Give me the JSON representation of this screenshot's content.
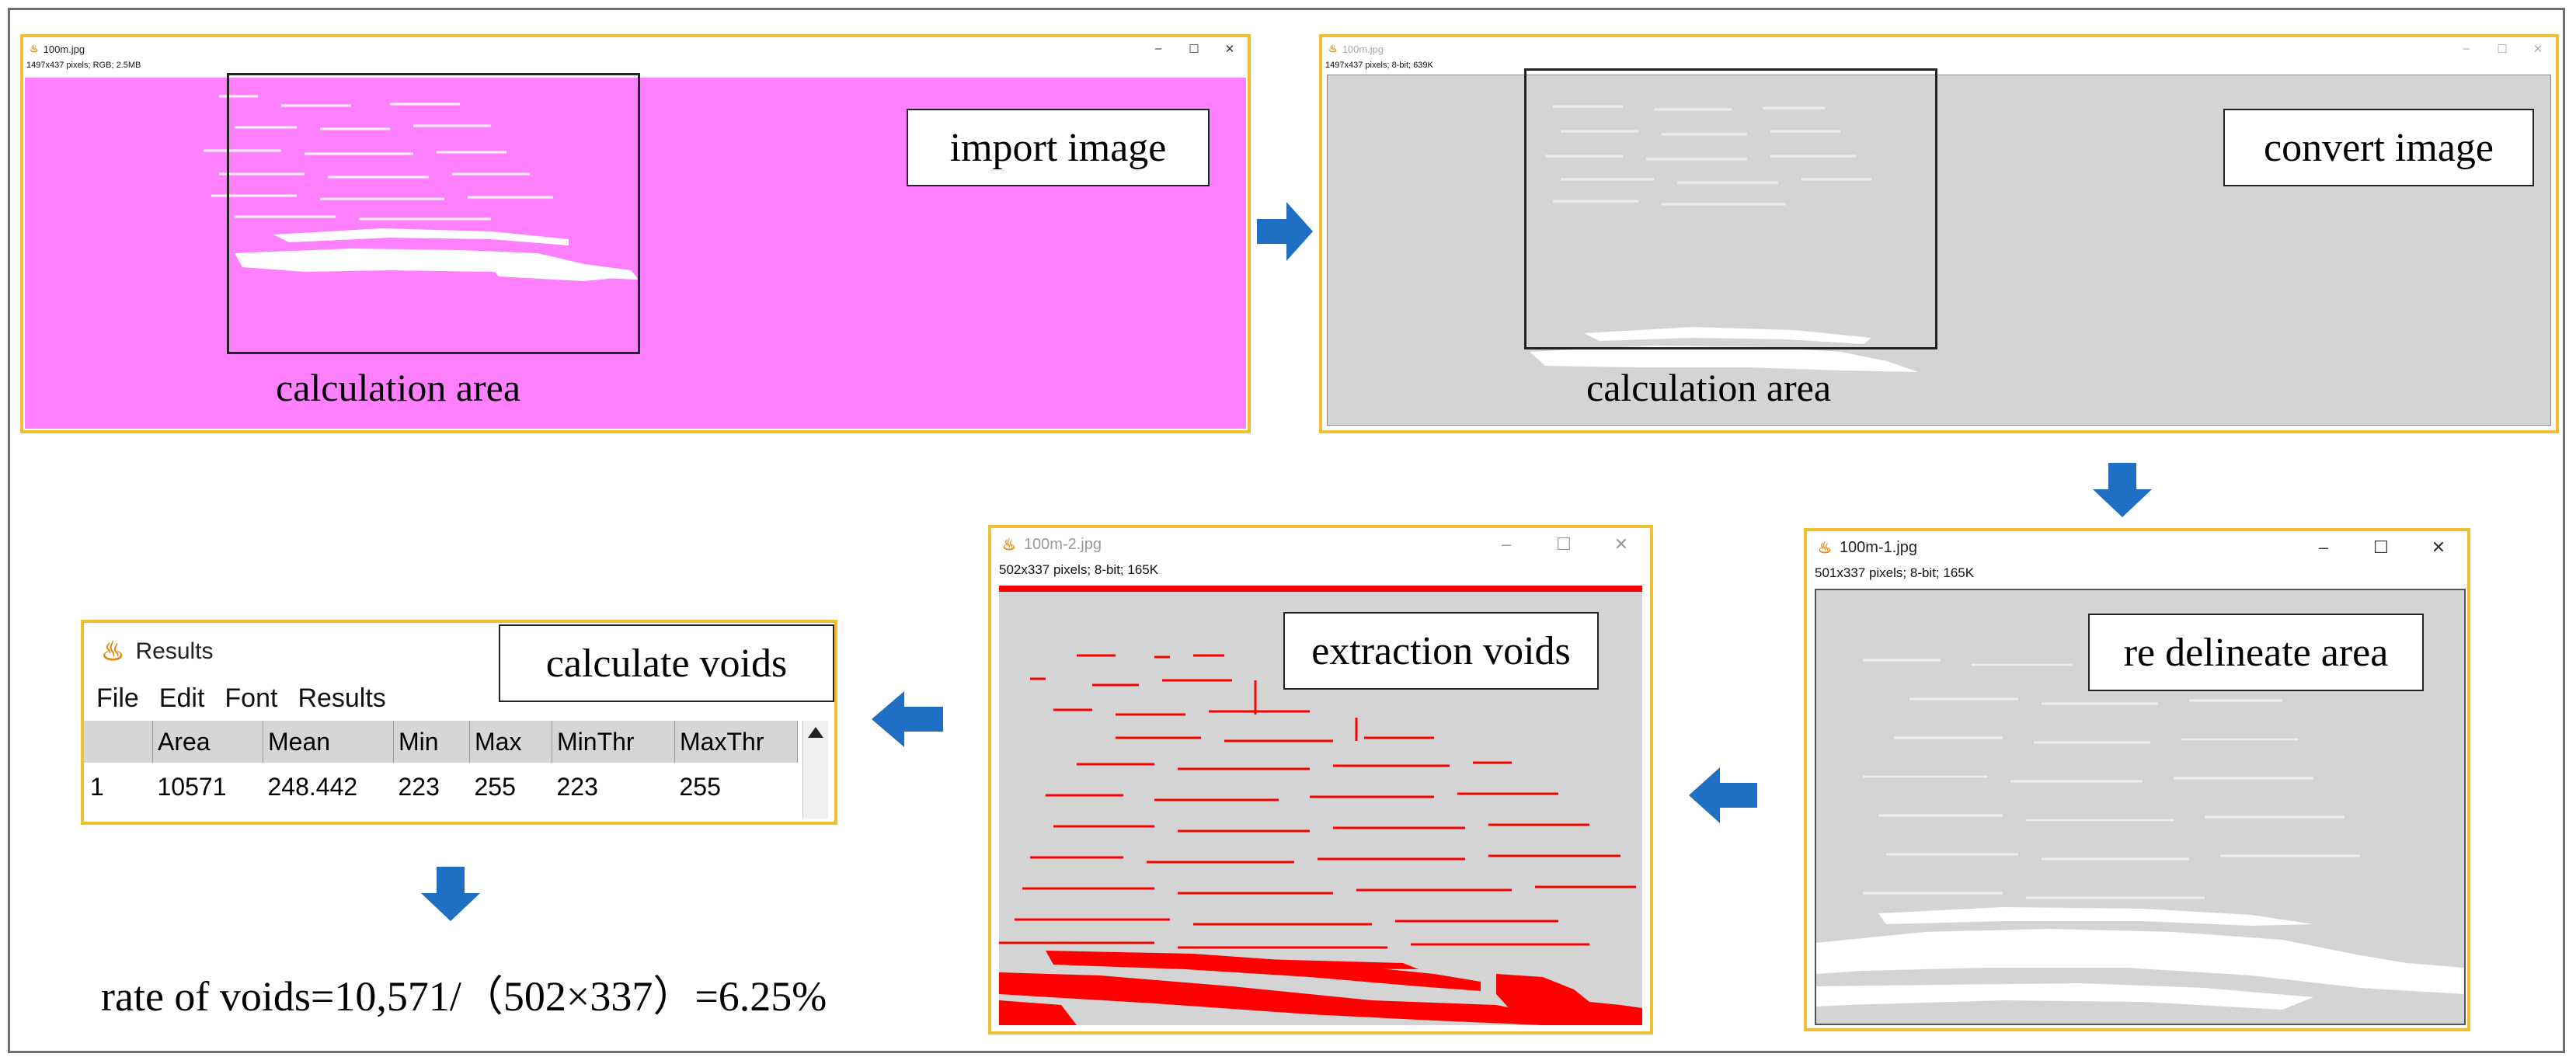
{
  "colors": {
    "accent": "#f0c030",
    "arrow": "#1f6fc5",
    "void": "#ff0000",
    "pink": "#ff80ff",
    "gray": "#d4d4d4"
  },
  "step1": {
    "window_title": "100m.jpg",
    "info": "1497x437 pixels; RGB; 2.5MB",
    "label": "import image",
    "caption": "calculation area"
  },
  "step2": {
    "window_title": "100m.jpg",
    "info": "1497x437 pixels; 8-bit; 639K",
    "label": "convert image",
    "caption": "calculation area"
  },
  "step3": {
    "window_title": "100m-1.jpg",
    "info": "501x337 pixels; 8-bit; 165K",
    "label": "re delineate area"
  },
  "step4": {
    "window_title": "100m-2.jpg",
    "info": "502x337 pixels; 8-bit; 165K",
    "label": "extraction voids"
  },
  "results": {
    "window_title": "Results",
    "label": "calculate voids",
    "menu": [
      "File",
      "Edit",
      "Font",
      "Results"
    ],
    "columns": [
      "",
      "Area",
      "Mean",
      "Min",
      "Max",
      "MinThr",
      "MaxThr"
    ],
    "row": [
      "1",
      "10571",
      "248.442",
      "223",
      "255",
      "223",
      "255"
    ]
  },
  "window_controls": {
    "minimize": "–",
    "maximize": "☐",
    "close": "✕"
  },
  "formula": "rate of voids=10,571/（502×337）=6.25%"
}
